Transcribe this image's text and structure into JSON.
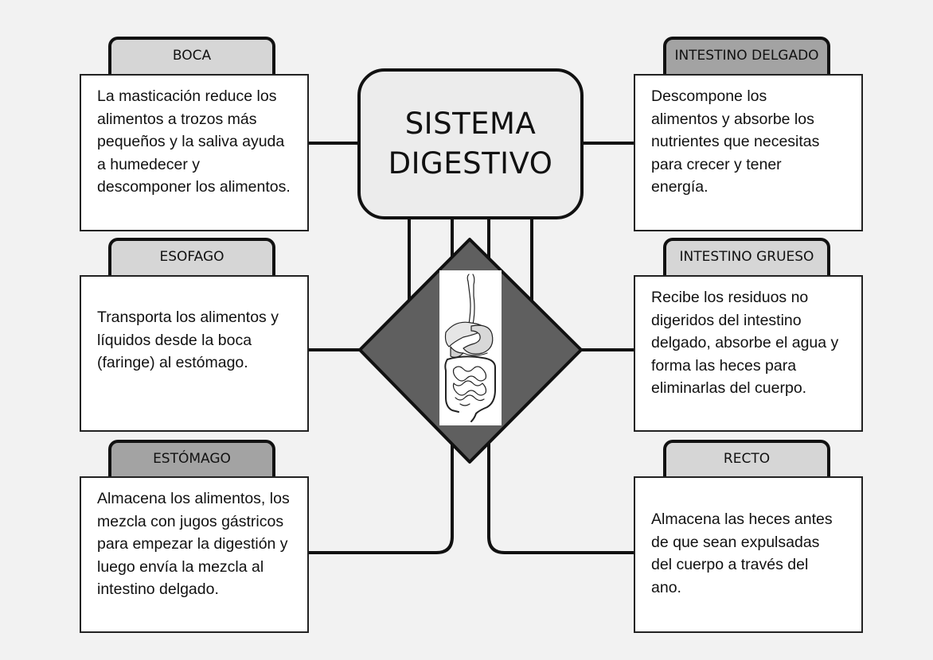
{
  "title": {
    "line1": "SISTEMA",
    "line2": "DIGESTIVO"
  },
  "organs": [
    {
      "name": "BOCA",
      "text": "La masticación reduce los alimentos a trozos más pequeños y la saliva ayuda a humedecer y descomponer los alimentos."
    },
    {
      "name": "ESOFAGO",
      "text": "Transporta los alimentos y líquidos desde la boca (faringe) al estómago."
    },
    {
      "name": "ESTÓMAGO",
      "text": "Almacena los alimentos, los mezcla con jugos gástricos para empezar la digestión y luego envía la mezcla al intestino delgado."
    },
    {
      "name": "INTESTINO DELGADO",
      "text": "Descompone los alimentos y absorbe los nutrientes que necesitas para crecer y tener energía."
    },
    {
      "name": "INTESTINO GRUESO",
      "text": "Recibe los residuos no digeridos del intestino delgado, absorbe el agua y forma las heces para eliminarlas del cuerpo."
    },
    {
      "name": "RECTO",
      "text": "Almacena las heces antes de que sean expulsadas del cuerpo a través del ano."
    }
  ],
  "center_image": {
    "icon": "digestive-system-illustration"
  },
  "colors": {
    "background": "#f2f2f2",
    "tab_light": "#d6d6d6",
    "tab_dark": "#a3a3a3",
    "diamond": "#5f5f5f",
    "title_fill": "#ececec",
    "lines": "#111111"
  }
}
